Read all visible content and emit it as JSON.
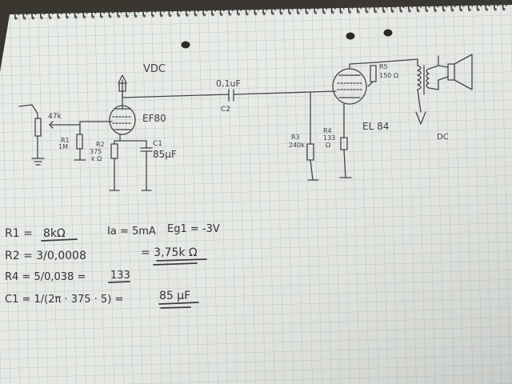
{
  "schematic": {
    "supply_label": "VDC",
    "input_pot": "47k",
    "tube1": "EF80",
    "r1_name": "R1",
    "r1_value": "1M",
    "r2_name": "R2",
    "r2_value": "375",
    "r2_unit": "k Ω",
    "c1_name": "C1",
    "c1_value": "85μF",
    "coupling_cap_value": "0,1uF",
    "coupling_cap_name": "C2",
    "r3_name": "R3",
    "r3_value": "240k",
    "r4_name": "R4",
    "r4_value": "133",
    "r4_unit": "Ω",
    "r5_name": "R5",
    "r5_value": "150 Ω",
    "tube2": "EL 84",
    "dc_label": "DC"
  },
  "equations": {
    "line1": {
      "lhs": "R1 = ",
      "mid": "8kΩ",
      "i": "Ia = 5mA",
      "eg": "Eg1 = -3V"
    },
    "line2": {
      "lhs": "R2 = 3/0,0008",
      "rhs": "= 3,75k Ω"
    },
    "line3": {
      "lhs": "R4 = 5/0,038 = ",
      "rhs": "133"
    },
    "line4": {
      "lhs": "C1 = 1/(2π · 375 · 5) = ",
      "rhs": "85 μF"
    }
  },
  "colors": {
    "paper": "#e9ebe6",
    "grid": "#a9bcc4",
    "pencil": "#3f3f46",
    "background": "#3a3630"
  }
}
